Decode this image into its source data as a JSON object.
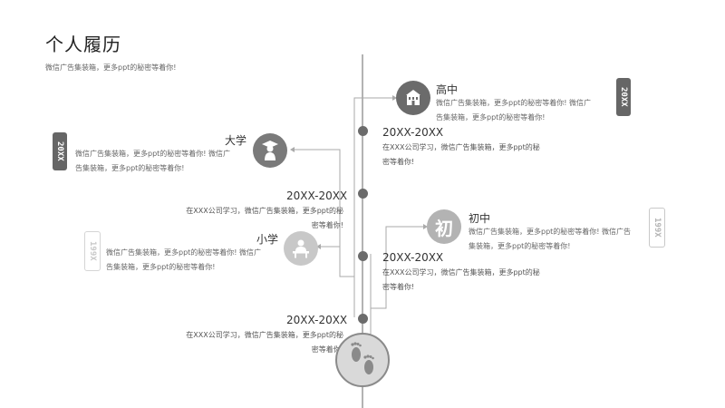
{
  "header": {
    "title": "个人履历",
    "subtitle": "微信广告集装箱，更多ppt的秘密等着你!"
  },
  "stages": {
    "high": {
      "name": "高中",
      "desc_line1": "微信广告集装箱，更多ppt的秘密等着你!  微信广",
      "desc_line2": "告集装箱，更多ppt的秘密等着你!",
      "desc_line3": "",
      "tag": "20XX",
      "icon": "school-building-icon",
      "color": "#6b6b6b"
    },
    "university": {
      "name": "大学",
      "desc_line1": "微信广告集装箱，更多ppt的秘密等着你!  微信广",
      "desc_line2": "告集装箱，更多ppt的秘密等着你!",
      "tag": "20XX",
      "icon": "graduate-icon",
      "color": "#7a7a7a"
    },
    "middle": {
      "name": "初中",
      "desc_line1": "微信广告集装箱，更多ppt的秘密等着你!  微信广告",
      "desc_line2": "集装箱，更多ppt的秘密等着你!",
      "tag": "199X",
      "icon": "chu-character-icon",
      "char": "初",
      "color": "#b3b3b3"
    },
    "primary": {
      "name": "小学",
      "desc_line1": "微信广告集装箱，更多ppt的秘密等着你!  微信广",
      "desc_line2": "告集装箱，更多ppt的秘密等着你!",
      "tag": "199X",
      "icon": "student-desk-icon",
      "color": "#c8c8c8"
    }
  },
  "timeline": {
    "entry1": {
      "date": "20XX-20XX",
      "line1": "在XXX公司学习，微信广告集装箱，更多ppt的秘",
      "line2": "密等着你!"
    },
    "entry2": {
      "date": "20XX-20XX",
      "line1": "在XXX公司学习，微信广告集装箱，更多ppt的秘",
      "line2": "密等着你!"
    },
    "entry3": {
      "date": "20XX-20XX",
      "line1": "在XXX公司学习，微信广告集装箱，更多ppt的秘",
      "line2": "密等着你!"
    },
    "entry4": {
      "date": "20XX-20XX",
      "line1": "在XXX公司学习，微信广告集装箱，更多ppt的秘",
      "line2": "密等着你!"
    }
  },
  "footprint": {
    "icon": "footprints-icon"
  }
}
